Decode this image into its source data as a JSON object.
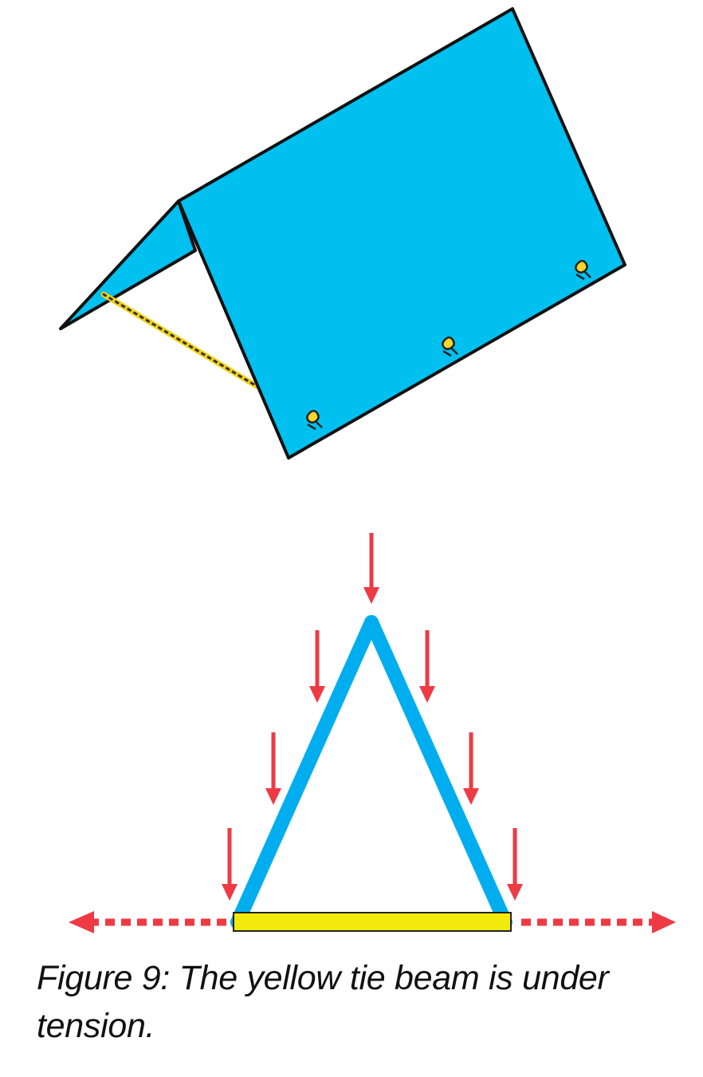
{
  "figure": {
    "caption": "Figure 9: The yellow tie beam is under tension.",
    "colors": {
      "roof_fill": "#00C0F0",
      "outline": "#111111",
      "rafter": "#00AEEF",
      "tie_beam": "#F2EA0C",
      "tie_beam_stroke": "#222222",
      "force_arrow": "#EE3A43",
      "knot": "#F5D62A"
    },
    "panels": [
      {
        "name": "roof-illustration",
        "depicts": "a-frame roof with tie beam"
      },
      {
        "name": "force-diagram",
        "depicts": "triangle truss with load arrows and tension arrows"
      }
    ],
    "load_arrow_count": 7,
    "tension_arrow_count": 2,
    "knot_count": 3
  }
}
